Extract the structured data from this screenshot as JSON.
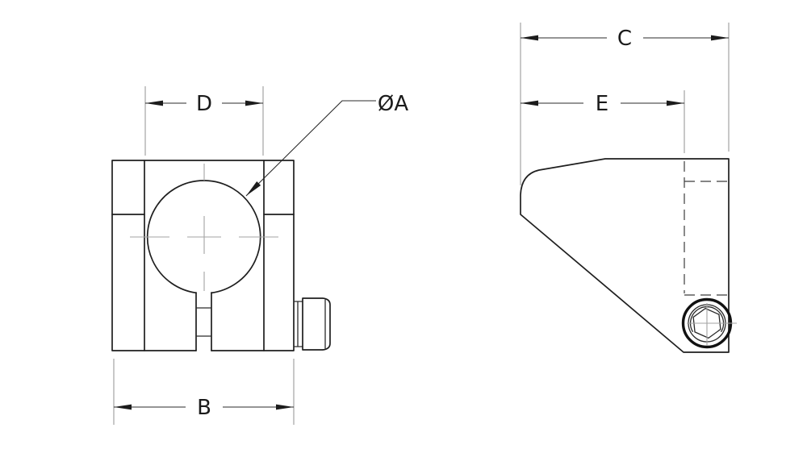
{
  "drawing": {
    "labels": {
      "dim_d": "D",
      "bore_diameter": "ØA",
      "dim_b": "B",
      "dim_c": "C",
      "dim_e": "E"
    },
    "colors": {
      "background": "#ffffff",
      "geometry_line": "#1f1f1f",
      "dimension_line": "#2b2b2b",
      "extension_line": "#9b9b9b",
      "centerline": "#a3a3a3",
      "hidden_line": "#3c3c3c",
      "text": "#1b1b1b"
    }
  }
}
